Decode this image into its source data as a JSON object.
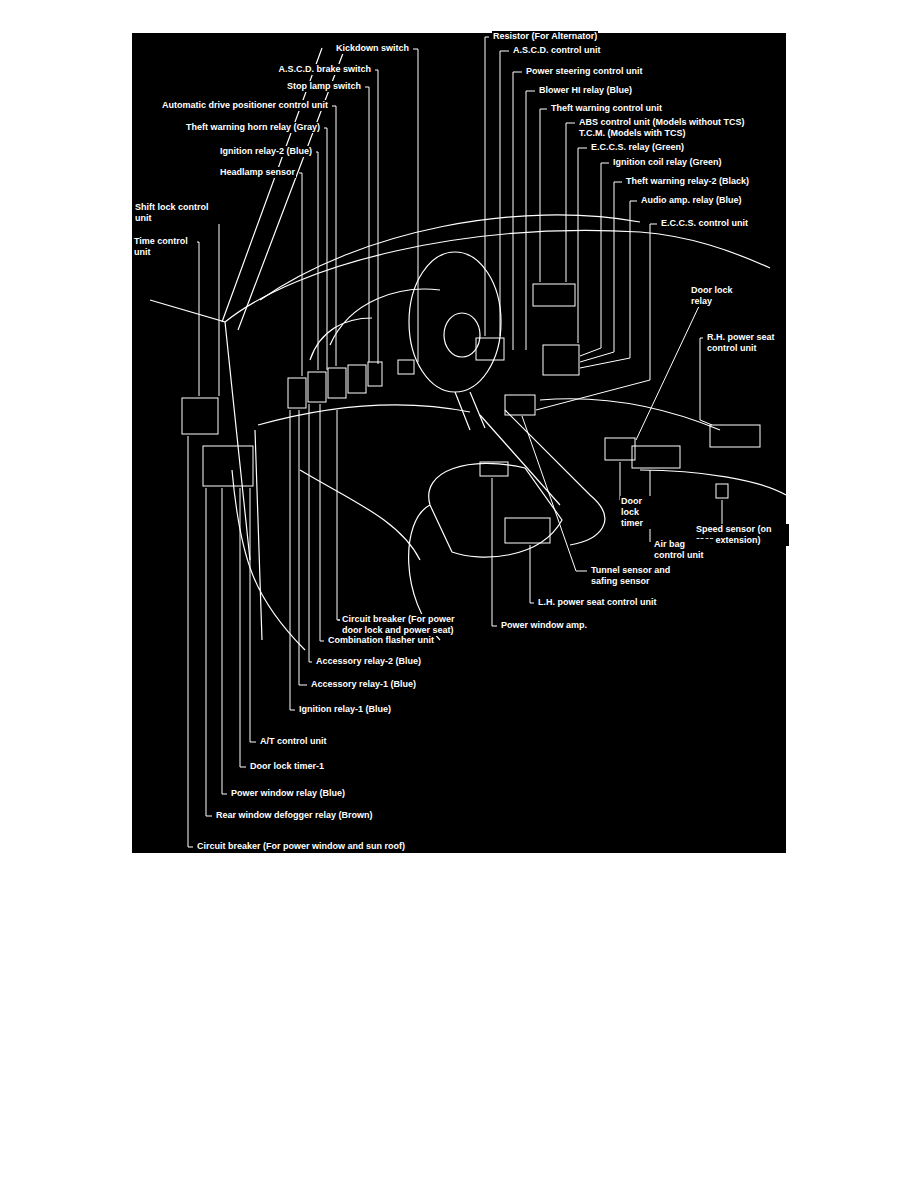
{
  "diagram": {
    "labels": [
      "Kickdown switch",
      "A.S.C.D. brake switch",
      "Stop lamp switch",
      "Automatic drive positioner control unit",
      "Theft warning horn relay (Gray)",
      "Ignition relay-2 (Blue)",
      "Headlamp sensor",
      "Shift lock control unit",
      "Time control unit",
      "Resistor (For Alternator)",
      "A.S.C.D. control unit",
      "Power steering control unit",
      "Blower HI relay (Blue)",
      "Theft warning control unit",
      "ABS control unit (Models without TCS)",
      "T.C.M. (Models with TCS)",
      "E.C.C.S. relay (Green)",
      "Ignition coil relay (Green)",
      "Theft warning relay-2 (Black)",
      "Audio amp. relay (Blue)",
      "E.C.C.S. control unit",
      "Door lock relay",
      "R.H. power seat control unit",
      "Door lock timer",
      "Speed sensor (on rear extension)",
      "Air bag control unit",
      "Tunnel sensor and safing sensor",
      "L.H. power seat control unit",
      "Power window amp.",
      "Circuit breaker (For power door lock and power seat)",
      "Combination flasher unit",
      "Accessory relay-2 (Blue)",
      "Accessory relay-1 (Blue)",
      "Ignition relay-1 (Blue)",
      "A/T control unit",
      "Door lock timer-1",
      "Power window relay (Blue)",
      "Rear window defogger relay (Brown)",
      "Circuit breaker (For power window and sun roof)"
    ]
  }
}
